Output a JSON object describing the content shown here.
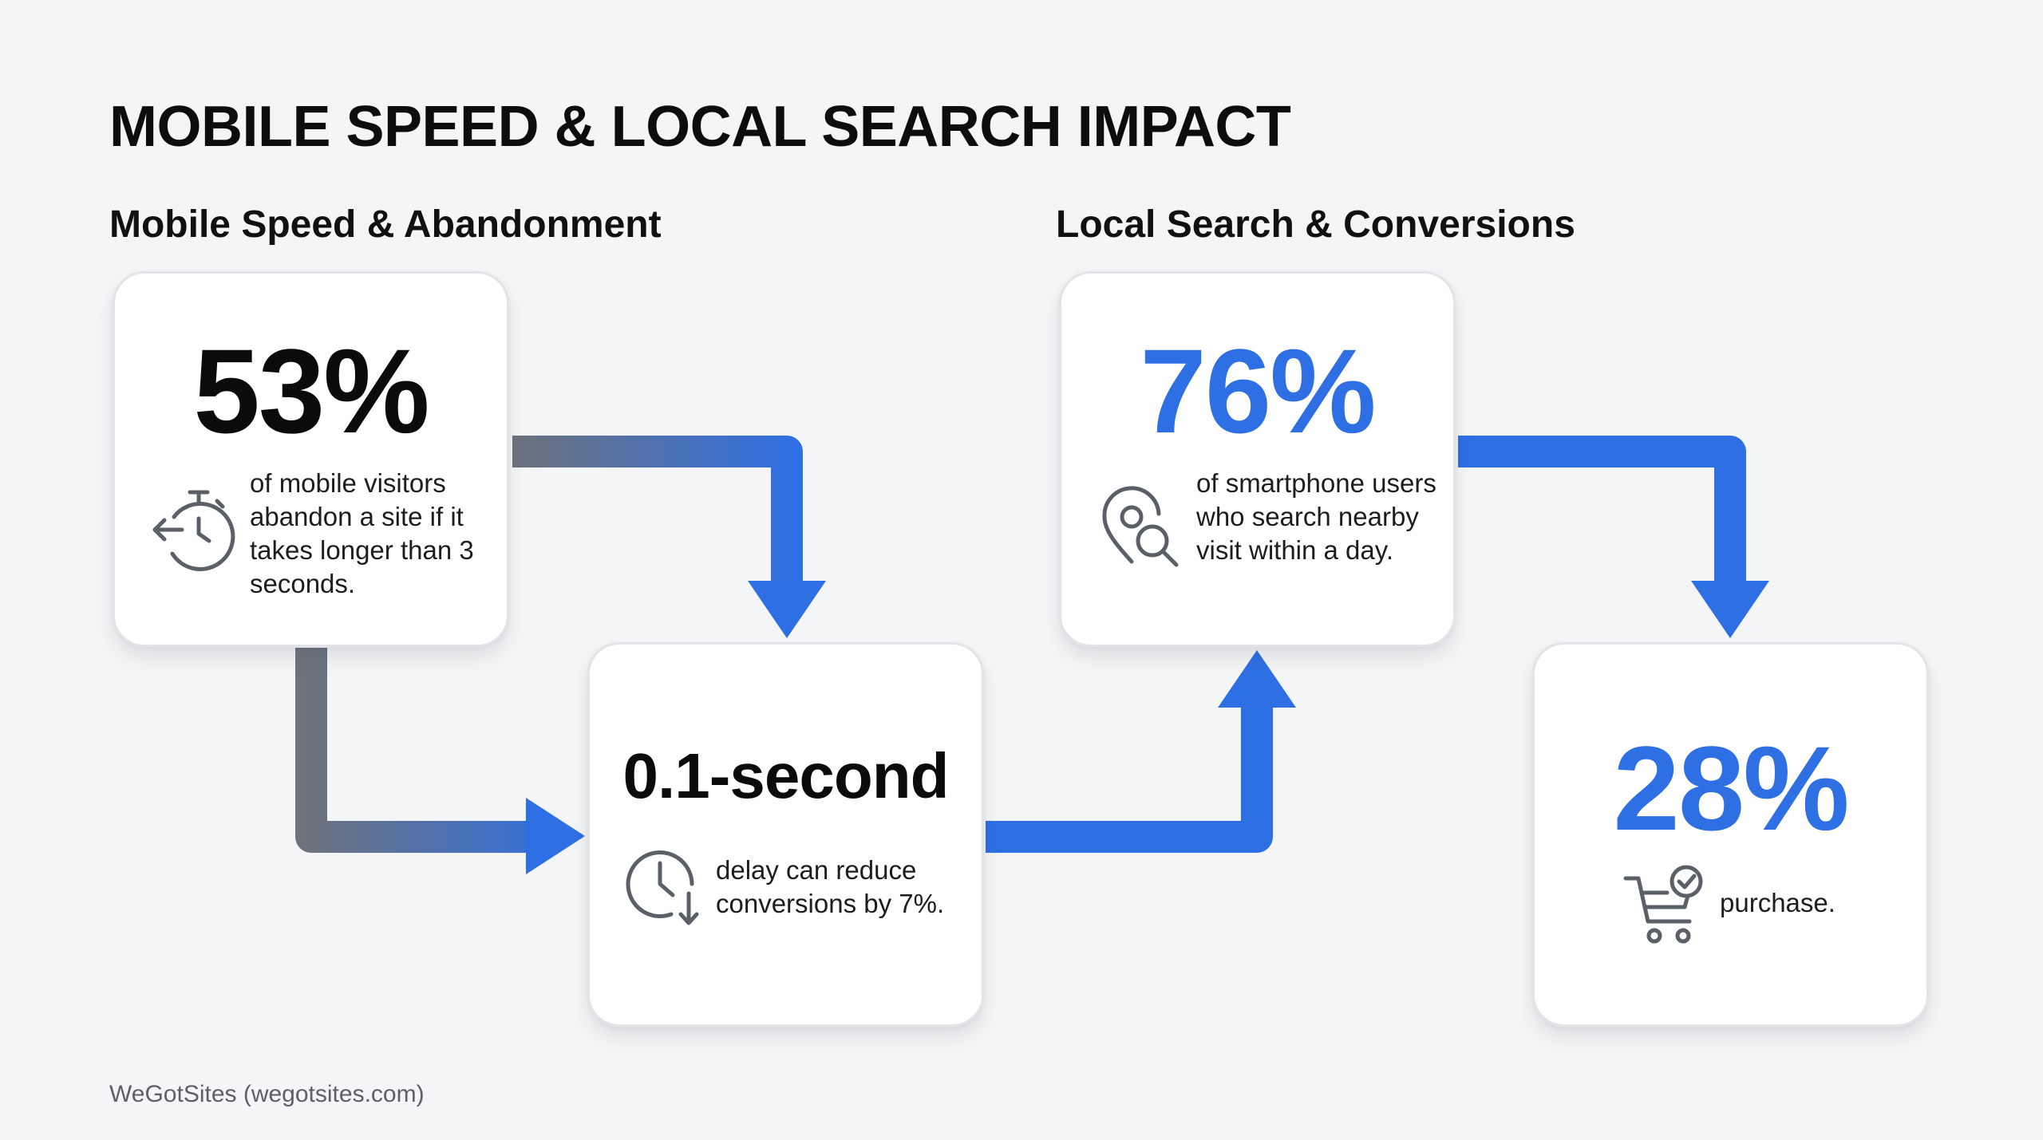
{
  "title": "MOBILE SPEED & LOCAL SEARCH IMPACT",
  "sections": {
    "left": "Mobile Speed & Abandonment",
    "right": "Local Search & Conversions"
  },
  "cards": [
    {
      "stat": "53%",
      "description": "of mobile visitors abandon a site if it takes longer than 3 seconds.",
      "icon": "stopwatch-icon"
    },
    {
      "stat": "0.1-second",
      "description": "delay can reduce conversions by 7%.",
      "icon": "clock-down-icon"
    },
    {
      "stat": "76%",
      "description": "of smartphone users who search nearby visit within a day.",
      "icon": "location-search-icon"
    },
    {
      "stat": "28%",
      "description": "purchase.",
      "icon": "cart-check-icon"
    }
  ],
  "colors": {
    "accent_blue": "#2f6fe4",
    "arrow_gray": "#6e737b",
    "text_dark": "#0b0b0b",
    "background": "#f4f5f6"
  },
  "footer": "WeGotSites (wegotsites.com)"
}
